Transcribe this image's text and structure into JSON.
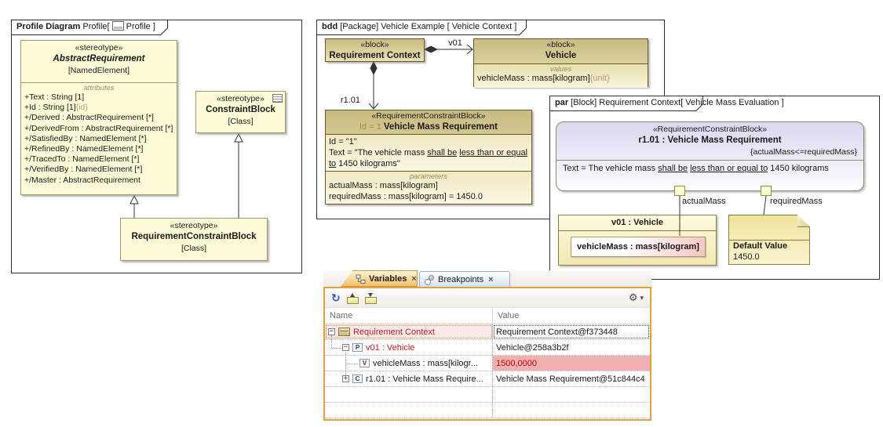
{
  "profile": {
    "frame_label": {
      "title": "Profile Diagram",
      "sub_pre": "Profile[",
      "sub_post": "Profile ]"
    },
    "abstract_requirement": {
      "stereotype": "«stereotype»",
      "name": "AbstractRequirement",
      "metaclass": "[NamedElement]",
      "compartment": "attributes",
      "attributes": [
        {
          "text": "+Text : String [1]",
          "tag": ""
        },
        {
          "text": "+Id : String [1]",
          "tag": "{id}"
        },
        {
          "text": "+/Derived : AbstractRequirement [*]",
          "tag": ""
        },
        {
          "text": "+/DerivedFrom : AbstractRequirement [*]",
          "tag": ""
        },
        {
          "text": "+/SatisfiedBy : NamedElement [*]",
          "tag": ""
        },
        {
          "text": "+/RefinedBy : NamedElement [*]",
          "tag": ""
        },
        {
          "text": "+/TracedTo : NamedElement [*]",
          "tag": ""
        },
        {
          "text": "+/VerifiedBy : NamedElement [*]",
          "tag": ""
        },
        {
          "text": "+/Master : AbstractRequirement",
          "tag": ""
        }
      ]
    },
    "constraint_block": {
      "stereotype": "«stereotype»",
      "name": "ConstraintBlock",
      "metaclass": "[Class]"
    },
    "requirement_constraint_block": {
      "stereotype": "«stereotype»",
      "name": "RequirementConstraintBlock",
      "metaclass": "[Class]"
    }
  },
  "bdd": {
    "frame_label": {
      "kind": "bdd",
      "rest": " [Package] Vehicle Example [ Vehicle Context ]"
    },
    "requirement_context": {
      "stereotype": "«block»",
      "name": "Requirement Context"
    },
    "vehicle": {
      "stereotype": "«block»",
      "name": "Vehicle",
      "compartment": "values",
      "value_text": "vehicleMass : mass[kilogram]",
      "value_tag": "{unit}"
    },
    "labels": {
      "v01": "v01",
      "r101": "r1.01"
    },
    "vmr": {
      "stereotype": "«RequirementConstraintBlock»",
      "id_prefix": "Id = 1",
      "name": "Vehicle Mass Requirement",
      "id_line": "Id = \"1\"",
      "text": {
        "pre": "Text = \"The vehicle mass ",
        "u1": "shall be",
        "mid": " ",
        "u2": "less than or equal to",
        "post": " 1450 kilograms\""
      },
      "compartment": "parameters",
      "param1": "actualMass : mass[kilogram]",
      "param2": "requiredMass : mass[kilogram] = 1450.0"
    }
  },
  "par": {
    "frame_label": {
      "kind": "par",
      "rest": " [Block] Requirement Context[ Vehicle Mass Evaluation ]"
    },
    "constraint": {
      "stereotype": "«RequirementConstraintBlock»",
      "name": "r1.01 : Vehicle Mass Requirement",
      "expression": "{actualMass<=requiredMass}",
      "text": {
        "pre": "Text = The vehicle mass ",
        "u1": "shall be",
        "mid": " ",
        "u2": "less than or equal to",
        "post": " 1450 kilograms"
      },
      "port1_label": "actualMass",
      "port2_label": "requiredMass"
    },
    "vehicle_part": {
      "name": "v01 : Vehicle",
      "value": "vehicleMass : mass[kilogram]"
    },
    "note": {
      "title": "Default Value",
      "value": "1450.0"
    }
  },
  "panel": {
    "tabs": [
      {
        "label": "Variables",
        "close": "×"
      },
      {
        "label": "Breakpoints",
        "close": "×"
      }
    ],
    "columns": {
      "name": "Name",
      "value": "Value"
    },
    "icons": {
      "refresh": "↻",
      "gear": "⚙",
      "caret": "▾",
      "collapse": "−",
      "expand": "+"
    },
    "rows": [
      {
        "icon": "block",
        "name": "Requirement Context",
        "value": "Requirement Context@f373448"
      },
      {
        "icon": "P",
        "name": "v01 : Vehicle",
        "value": "Vehicle@258a3b2f"
      },
      {
        "icon": "V",
        "name": "vehicleMass : mass[kilogr...",
        "value": "1500,0000"
      },
      {
        "icon": "C",
        "name": "r1.01 : Vehicle Mass Require...",
        "value": "Vehicle Mass Requirement@51c844c4"
      }
    ]
  }
}
